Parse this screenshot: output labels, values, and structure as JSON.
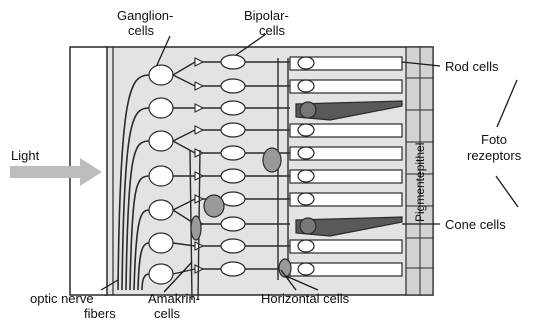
{
  "labels": {
    "ganglion": [
      "Ganglion-",
      "cells"
    ],
    "bipolar": [
      "Bipolar-",
      "cells"
    ],
    "rod": "Rod cells",
    "foto": [
      "Foto",
      "rezeptors"
    ],
    "cone": "Cone cells",
    "light": "Light",
    "optic": [
      "optic nerve",
      "fibers"
    ],
    "amakrin": [
      "Amakrin-",
      "cells"
    ],
    "horizontal": "Horizontal cells",
    "pigment": "Pigmentepithel"
  },
  "colors": {
    "retina_fill": "#e3e3e3",
    "cone_fill": "#595959",
    "amakrin_fill": "#9a9a9a",
    "pigment_fill": "#d2d2d2",
    "light_arrow": "#bdbdbd"
  }
}
